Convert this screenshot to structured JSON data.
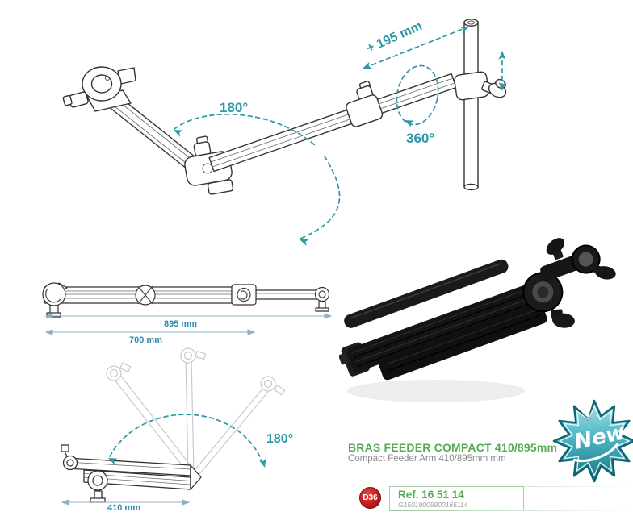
{
  "diagram": {
    "swing_angle_top": "180°",
    "extension_label": "+ 195 mm",
    "rotation_label": "360°",
    "length_full": "895 mm",
    "length_mid": "700 mm",
    "swing_angle_folded": "180°",
    "length_folded": "410 mm"
  },
  "product": {
    "name": "BRAS FEEDER COMPACT 410/895mm",
    "name_en": "Compact Feeder Arm 410/895mm mm",
    "diameter_badge": "D36",
    "reference": "Ref. 16 51 14",
    "barcode": "G15019005900165114",
    "new_badge_label": "New"
  },
  "colors": {
    "accent_teal": "#2E98A6",
    "accent_green": "#54AC52",
    "badge_red": "#B01217"
  }
}
